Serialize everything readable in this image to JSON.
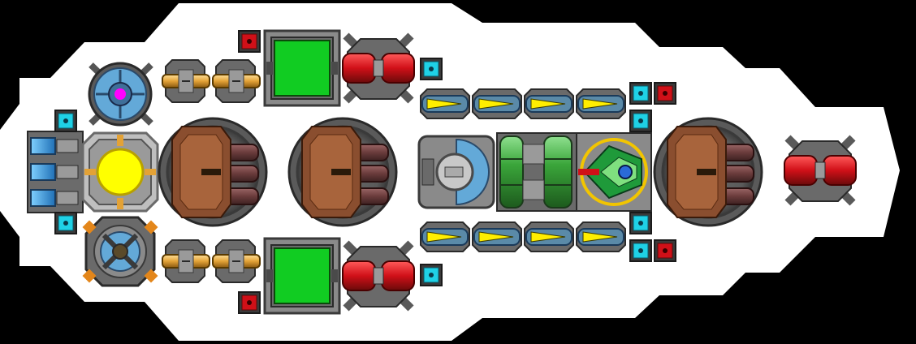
{
  "game": {
    "view": "ship-builder-grid",
    "background_color": "#000000",
    "hull_color": "#ffffff",
    "colors": {
      "metal_dark": "#4a4a4a",
      "metal_mid": "#7a7a7a",
      "metal_light": "#b4b4b4",
      "hull_outline": "#2a2a2a",
      "shield_blue": "#63a9d8",
      "reactor_yellow": "#ffff00",
      "reactor_frame": "#bfbfbf",
      "magenta_core": "#ff00ff",
      "green_panel": "#11cc22",
      "red_component": "#d01018",
      "cyan_connector": "#1fd1e6",
      "laser_yellow": "#ffee00",
      "turret_brown": "#8a4e2f",
      "barrel_maroon": "#6a3b3b",
      "tank_green": "#3aa53a",
      "ai_green": "#1f9a3a",
      "gold_ring": "#f2c500",
      "battery_blue": "#2a8ad8",
      "brass": "#e3a236"
    },
    "modules": {
      "big_turrets": 3,
      "lasers": 8,
      "red_thrusters": 3,
      "green_panels": 2,
      "red_sockets": 4,
      "cyan_sockets": 8,
      "brass_guns": 4
    }
  }
}
